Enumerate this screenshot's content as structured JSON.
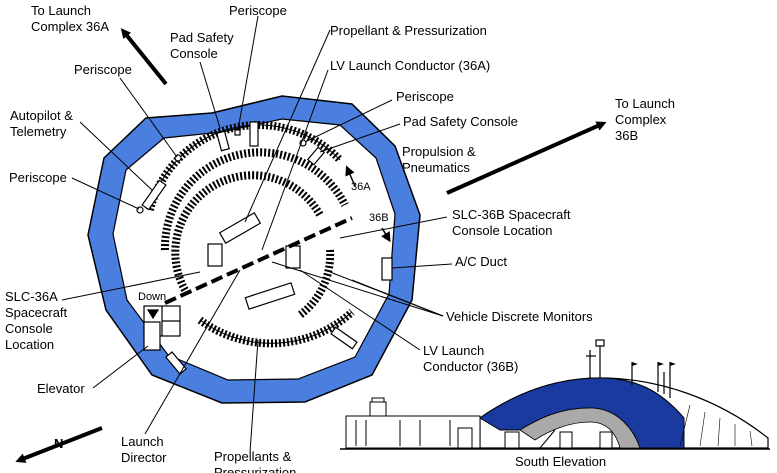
{
  "colors": {
    "wall_blue": "#4a7fe0",
    "roof_blue": "#1a3aa0",
    "roof_grey": "#a9a9a9",
    "ink": "#000000"
  },
  "labels": {
    "to_launch_36a_line1": "To Launch",
    "to_launch_36a_line2": "Complex 36A",
    "to_launch_36b_line1": "To Launch",
    "to_launch_36b_line2": "Complex",
    "to_launch_36b_line3": "36B",
    "periscope_top": "Periscope",
    "pad_safety_console_top_line1": "Pad Safety",
    "pad_safety_console_top_line2": "Console",
    "propellant_pressurization": "Propellant & Pressurization",
    "lv_launch_conductor_36a": "LV Launch Conductor (36A)",
    "periscope_left_top": "Periscope",
    "periscope_right": "Periscope",
    "pad_safety_console_right": "Pad Safety Console",
    "autopilot_line1": "Autopilot &",
    "autopilot_line2": "Telemetry",
    "propulsion_line1": "Propulsion &",
    "propulsion_line2": "Pneumatics",
    "periscope_left": "Periscope",
    "tag_36a": "36A",
    "tag_36b": "36B",
    "slc36b_line1": "SLC-36B Spacecraft",
    "slc36b_line2": "Console Location",
    "ac_duct": "A/C Duct",
    "down": "Down",
    "slc36a_line1": "SLC-36A",
    "slc36a_line2": "Spacecraft",
    "slc36a_line3": "Console",
    "slc36a_line4": "Location",
    "vehicle_discrete_monitors": "Vehicle Discrete Monitors",
    "lv_launch_conductor_36b_line1": "LV Launch",
    "lv_launch_conductor_36b_line2": "Conductor (36B)",
    "elevator": "Elevator",
    "north": "N",
    "launch_director_line1": "Launch",
    "launch_director_line2": "Director",
    "propellants_bottom_line1": "Propellants &",
    "propellants_bottom_line2": "Pressurization",
    "south_elevation": "South Elevation"
  }
}
